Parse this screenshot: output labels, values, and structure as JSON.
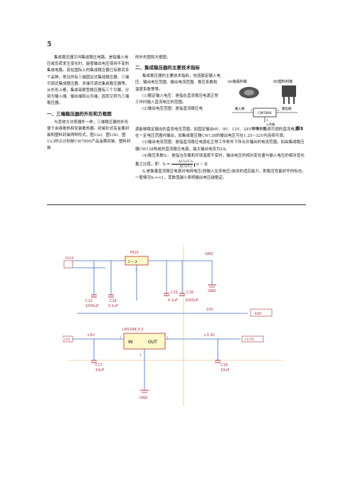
{
  "page_number": "5",
  "left_column": {
    "para1": "集成稳压器又叫集成稳压电路，是指输入电压或负荷发生变化时，能使输出电压保持不变的集成电路。现在国际上的集成稳压器已有数百多个品种，常见的有三端固定式集成稳压器、三端可调式集成稳压器、多端可调式集成稳压器等。从外形上看，集成串联型稳压器有三个引脚，分别为输入端、输出端和公共端，因而又称为三端稳压器。",
    "heading1": "一、三端稳压器的外形和方框图",
    "para2": "与其他大功率器件一样，三端稳压器的外形便于自身散热和安装散热器。封装形式有金属封装和塑料封装两种形式，图1(a)、图1(b)、图1(c)所示分别是CW7800产品金属封装、塑料封装"
  },
  "right_column_top": {
    "para0": "的外形图和方框图。",
    "heading2": "二、集成稳压器的主要技术指标",
    "para3": "集成稳压器的主要技术指标，包括额定输入电压、输出电压范围、输出电流范围、稳压系数和温度系数等等。",
    "para4": "(1)额定输入电压：是指在直流稳压电源正常工作时输入直流电压的范围。",
    "para5_start": "(2)输出电压范围：是指直流稳压电"
  },
  "right_column_full": {
    "para5_rest": "源能够稳定输出的直流电压范围。如固定输出6V、9V、12V、24V等等，连续可调的直流电源可在一定电压范围内输出，如集成稳压器CW138的输出电压可在1.25~32V内连续可调。",
    "para6": "(3)输出电流范围：是指直流稳压电源在正常工作条件下所允许输出的电流范围。如由集成稳压器CW138构成的直流稳压电源，最大输出电流为5A。",
    "para7": "(4)稳压系数Sᵣ：是指当负载和环境温度不变时，输出电压的相对变化量与输入电压的相对变化量之比值，即：Sᵣ=",
    "formula_num": "ΔUo/Uo",
    "formula_den": "ΔUi/Ui",
    "formula_cond": "R = 常",
    "para8": "Sᵣ是衡量直流稳压电源对电网电压(即输入交流电压)波动的适应能力，即稳压性能好坏的标志。一般情况Sᵣ<<1，其数值越小表明输出电压越稳定。"
  },
  "figure1": {
    "label_a": "(a)金属封装",
    "label_b": "(b)塑料封装",
    "chip_label": "CW7800",
    "in_label": "输入端",
    "out_label": "输出端",
    "pin1": "1",
    "pin2": "2",
    "pin3": "3",
    "common_label": "公共端",
    "label_c": "(c)方框图",
    "caption": "图 1"
  },
  "schematic": {
    "u1_label": "7810",
    "u1_pins": "1  ~  3",
    "u1_pin2": "2",
    "connector_label": "P310",
    "c13": "C13",
    "c13_val": "1000uF",
    "c14": "C14",
    "c14_val": "0.1uF",
    "c15": "C15",
    "c15_val": "0.1uF",
    "c16": "C16",
    "c16_val": "1000uF",
    "gnd_top": "GND",
    "gnd_mid": "GND",
    "net_minus10_a": "-10V",
    "net_minus10_b": "-10V",
    "u2_label": "LM1084-3.3",
    "u2_in": "IN",
    "u2_out": "OUT",
    "u2_pin1": "1",
    "u2_pin3": "3",
    "net_5v_in": "+5V",
    "net_5v_a": "+5V",
    "net_33v": "+3.3V",
    "net_55v": "+5.5V",
    "c17": "C17",
    "c17_val": "10uF",
    "c18": "C18",
    "c18_val": "10uF",
    "gnd_bottom": "GND",
    "pin_3": "3"
  },
  "colors": {
    "wire": "#3a6bbf",
    "part": "#b0303a",
    "ic_fill": "#fff8c8",
    "ic_border": "#b0303a",
    "net_label": "#b0303a",
    "guide": "#f0b070"
  }
}
